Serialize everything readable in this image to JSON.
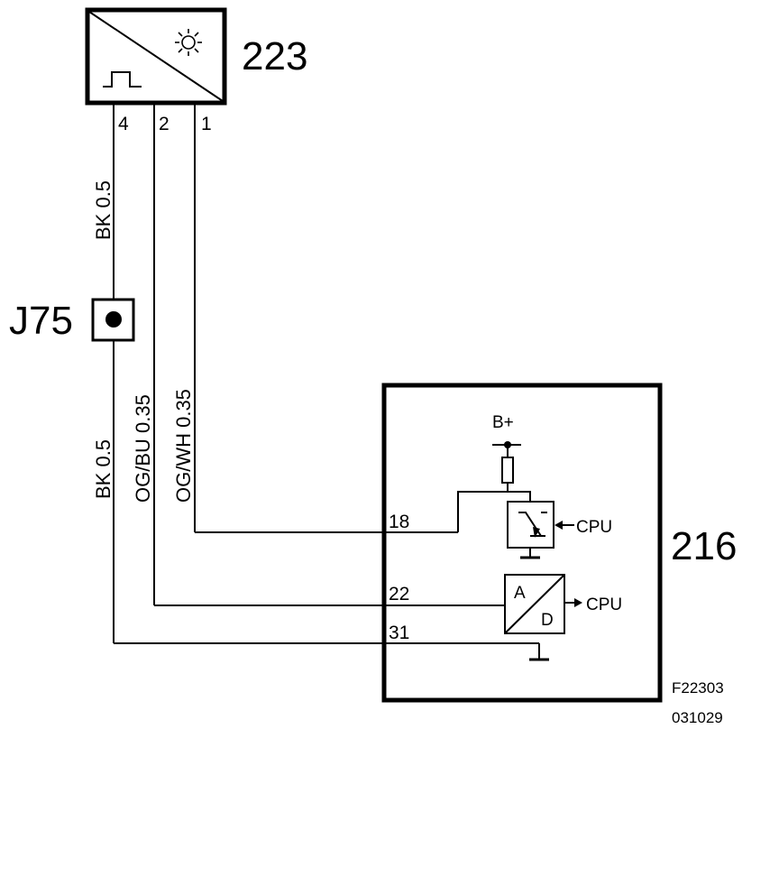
{
  "components": {
    "sensor": {
      "id": "223",
      "pins": [
        "4",
        "2",
        "1"
      ]
    },
    "connector": {
      "id": "J75"
    },
    "control_unit": {
      "id": "216",
      "supply_label": "B+",
      "pins": [
        "18",
        "22",
        "31"
      ],
      "cpu_in_label": "CPU",
      "cpu_out_label": "CPU",
      "adc_a": "A",
      "adc_d": "D"
    }
  },
  "wires": {
    "upper_black": "BK  0.5",
    "lower_black": "BK  0.5",
    "orange_blue": "OG/BU 0.35",
    "orange_white": "OG/WH 0.35"
  },
  "figure_ref": {
    "code": "F22303",
    "date": "031029"
  }
}
